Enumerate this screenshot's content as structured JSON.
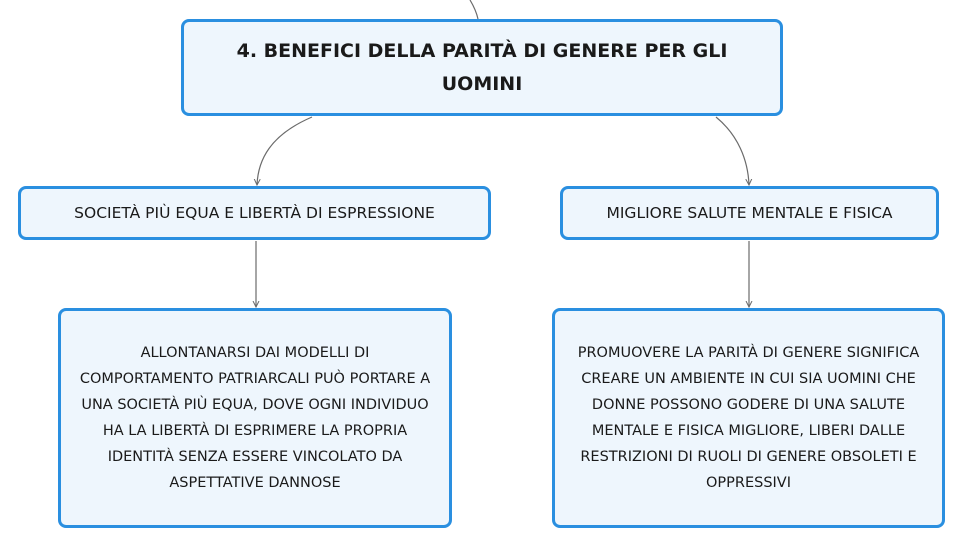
{
  "colors": {
    "node_border": "#2a8fe0",
    "node_fill": "#eef6fd",
    "connector": "#6b6b6b"
  },
  "root": {
    "title": "4. BENEFICI DELLA PARITÀ DI GENERE PER GLI UOMINI"
  },
  "branches": [
    {
      "label": "SOCIETÀ PIÙ EQUA E LIBERTÀ DI ESPRESSIONE",
      "detail": "ALLONTANARSI DAI MODELLI DI COMPORTAMENTO PATRIARCALI PUÒ PORTARE A UNA SOCIETÀ PIÙ EQUA, DOVE OGNI INDIVIDUO HA LA LIBERTÀ DI ESPRIMERE LA PROPRIA IDENTITÀ SENZA ESSERE VINCOLATO DA ASPETTATIVE DANNOSE"
    },
    {
      "label": "MIGLIORE SALUTE MENTALE E FISICA",
      "detail": "PROMUOVERE LA PARITÀ DI GENERE SIGNIFICA CREARE UN AMBIENTE IN CUI SIA UOMINI CHE DONNE POSSONO GODERE DI UNA SALUTE MENTALE E FISICA MIGLIORE, LIBERI DALLE RESTRIZIONI DI RUOLI DI GENERE OBSOLETI E OPPRESSIVI"
    }
  ]
}
